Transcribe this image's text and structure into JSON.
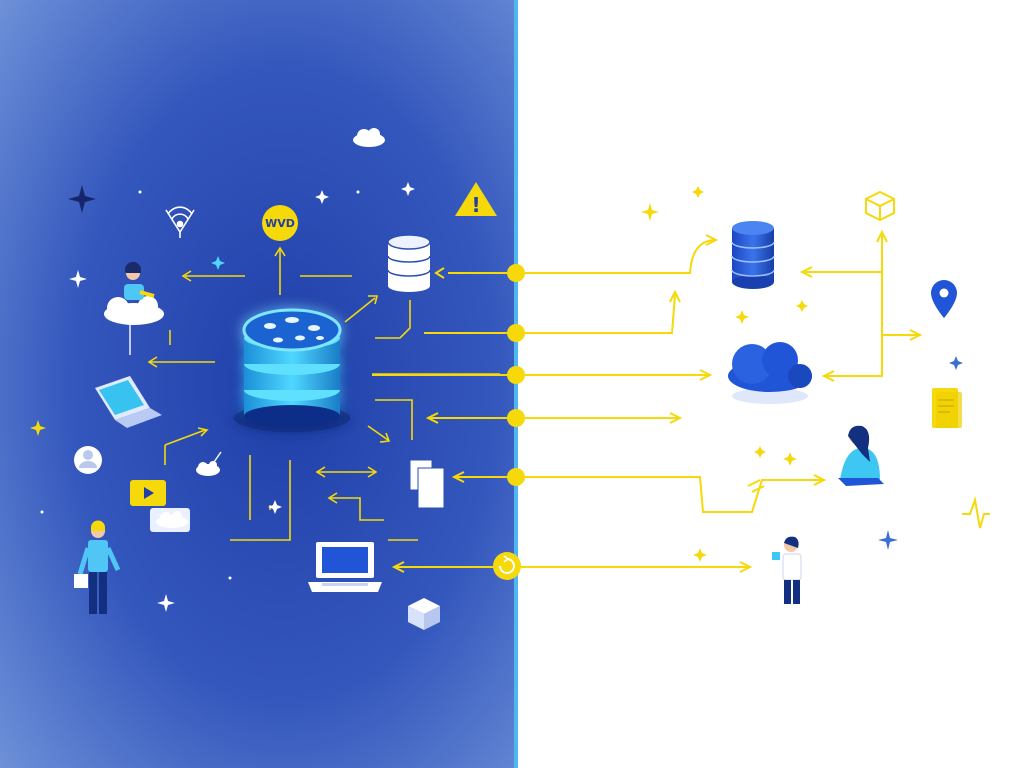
{
  "colors": {
    "left_bg_edge": "#6b8fd6",
    "left_bg_center": "#2f4fb8",
    "right_bg": "#ffffff",
    "divider": "#4fb6f0",
    "flow_line": "#f5d90a",
    "node": "#f5d90a",
    "primary_blue": "#1f55d6",
    "dark_blue": "#12307f",
    "cyan": "#3ec7f3"
  },
  "left_panel": {
    "badge_text": "WVD",
    "alert_symbol": "!"
  },
  "connectors": [
    {
      "name": "connector-database"
    },
    {
      "name": "connector-sync"
    },
    {
      "name": "connector-cloud"
    },
    {
      "name": "connector-transfer"
    },
    {
      "name": "connector-documents"
    },
    {
      "name": "connector-refresh"
    }
  ],
  "icons": [
    "central-database-icon",
    "database-icon",
    "cloud-icon",
    "router-icon",
    "badge-icon",
    "alert-icon",
    "laptop-icon",
    "user-avatar-icon",
    "chat-icon",
    "video-icon",
    "documents-icon",
    "cube-icon",
    "location-pin-icon",
    "notes-icon",
    "pulse-icon"
  ]
}
